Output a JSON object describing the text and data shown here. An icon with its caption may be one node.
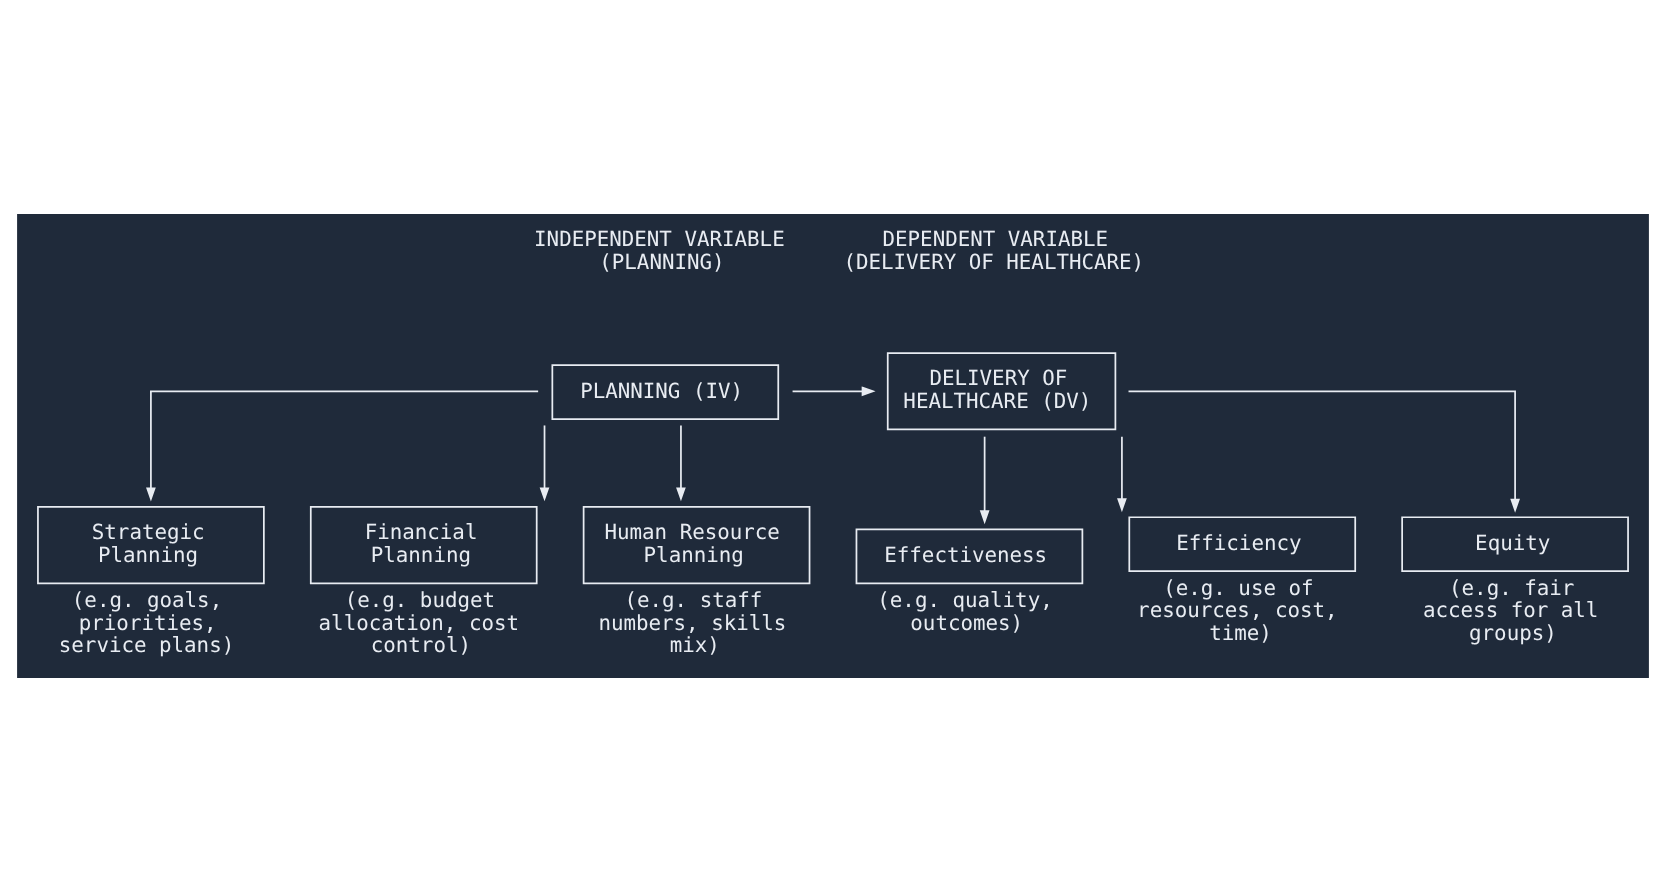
{
  "diagram": {
    "nodes": [
      {
        "text": [
          "PLANNING (IV)"
        ]
      },
      {
        "text": [
          "DELIVERY OF HEALTHCARE (DV)"
        ]
      },
      {
        "text": [
          "Strategic Planning"
        ],
        "beside": [
          "(e.g. goals, priorities, service plans)"
        ]
      },
      {
        "text": [
          "Financial Planning"
        ],
        "beside": [
          "(e.g. budget allocation, cost control)"
        ]
      },
      {
        "text": [
          "Human Resource Planning"
        ],
        "beside": [
          "(e.g. staff numbers, skills mix)"
        ]
      },
      {
        "text": [
          "Effectiveness"
        ],
        "beside": [
          "(e.g. quality, outcomes)"
        ]
      },
      {
        "text": [
          "Efficiency"
        ],
        "beside": [
          "(e.g. use of resources, cost, time)"
        ]
      },
      {
        "text": [
          "Equity"
        ],
        "beside": [
          "(e.g. fair access for all groups)"
        ]
      }
    ],
    "edges": [
      {
        "from": 0,
        "to": 1,
        "arrow": "to"
      },
      {
        "from": 0,
        "to": 2,
        "arrow": "to"
      },
      {
        "from": 0,
        "to": 3,
        "arrow": "to"
      },
      {
        "from": 0,
        "to": 4,
        "arrow": "to"
      },
      {
        "from": 1,
        "to": 5,
        "arrow": "to"
      },
      {
        "from": 1,
        "to": 6,
        "arrow": "to"
      },
      {
        "from": 1,
        "to": 7,
        "arrow": "to"
      }
    ],
    "labels": [
      "INDEPENDENT VARIABLE (PLANNING)",
      "DEPENDENT VARIABLE (DELIVERY OF HEALTHCARE)"
    ]
  }
}
